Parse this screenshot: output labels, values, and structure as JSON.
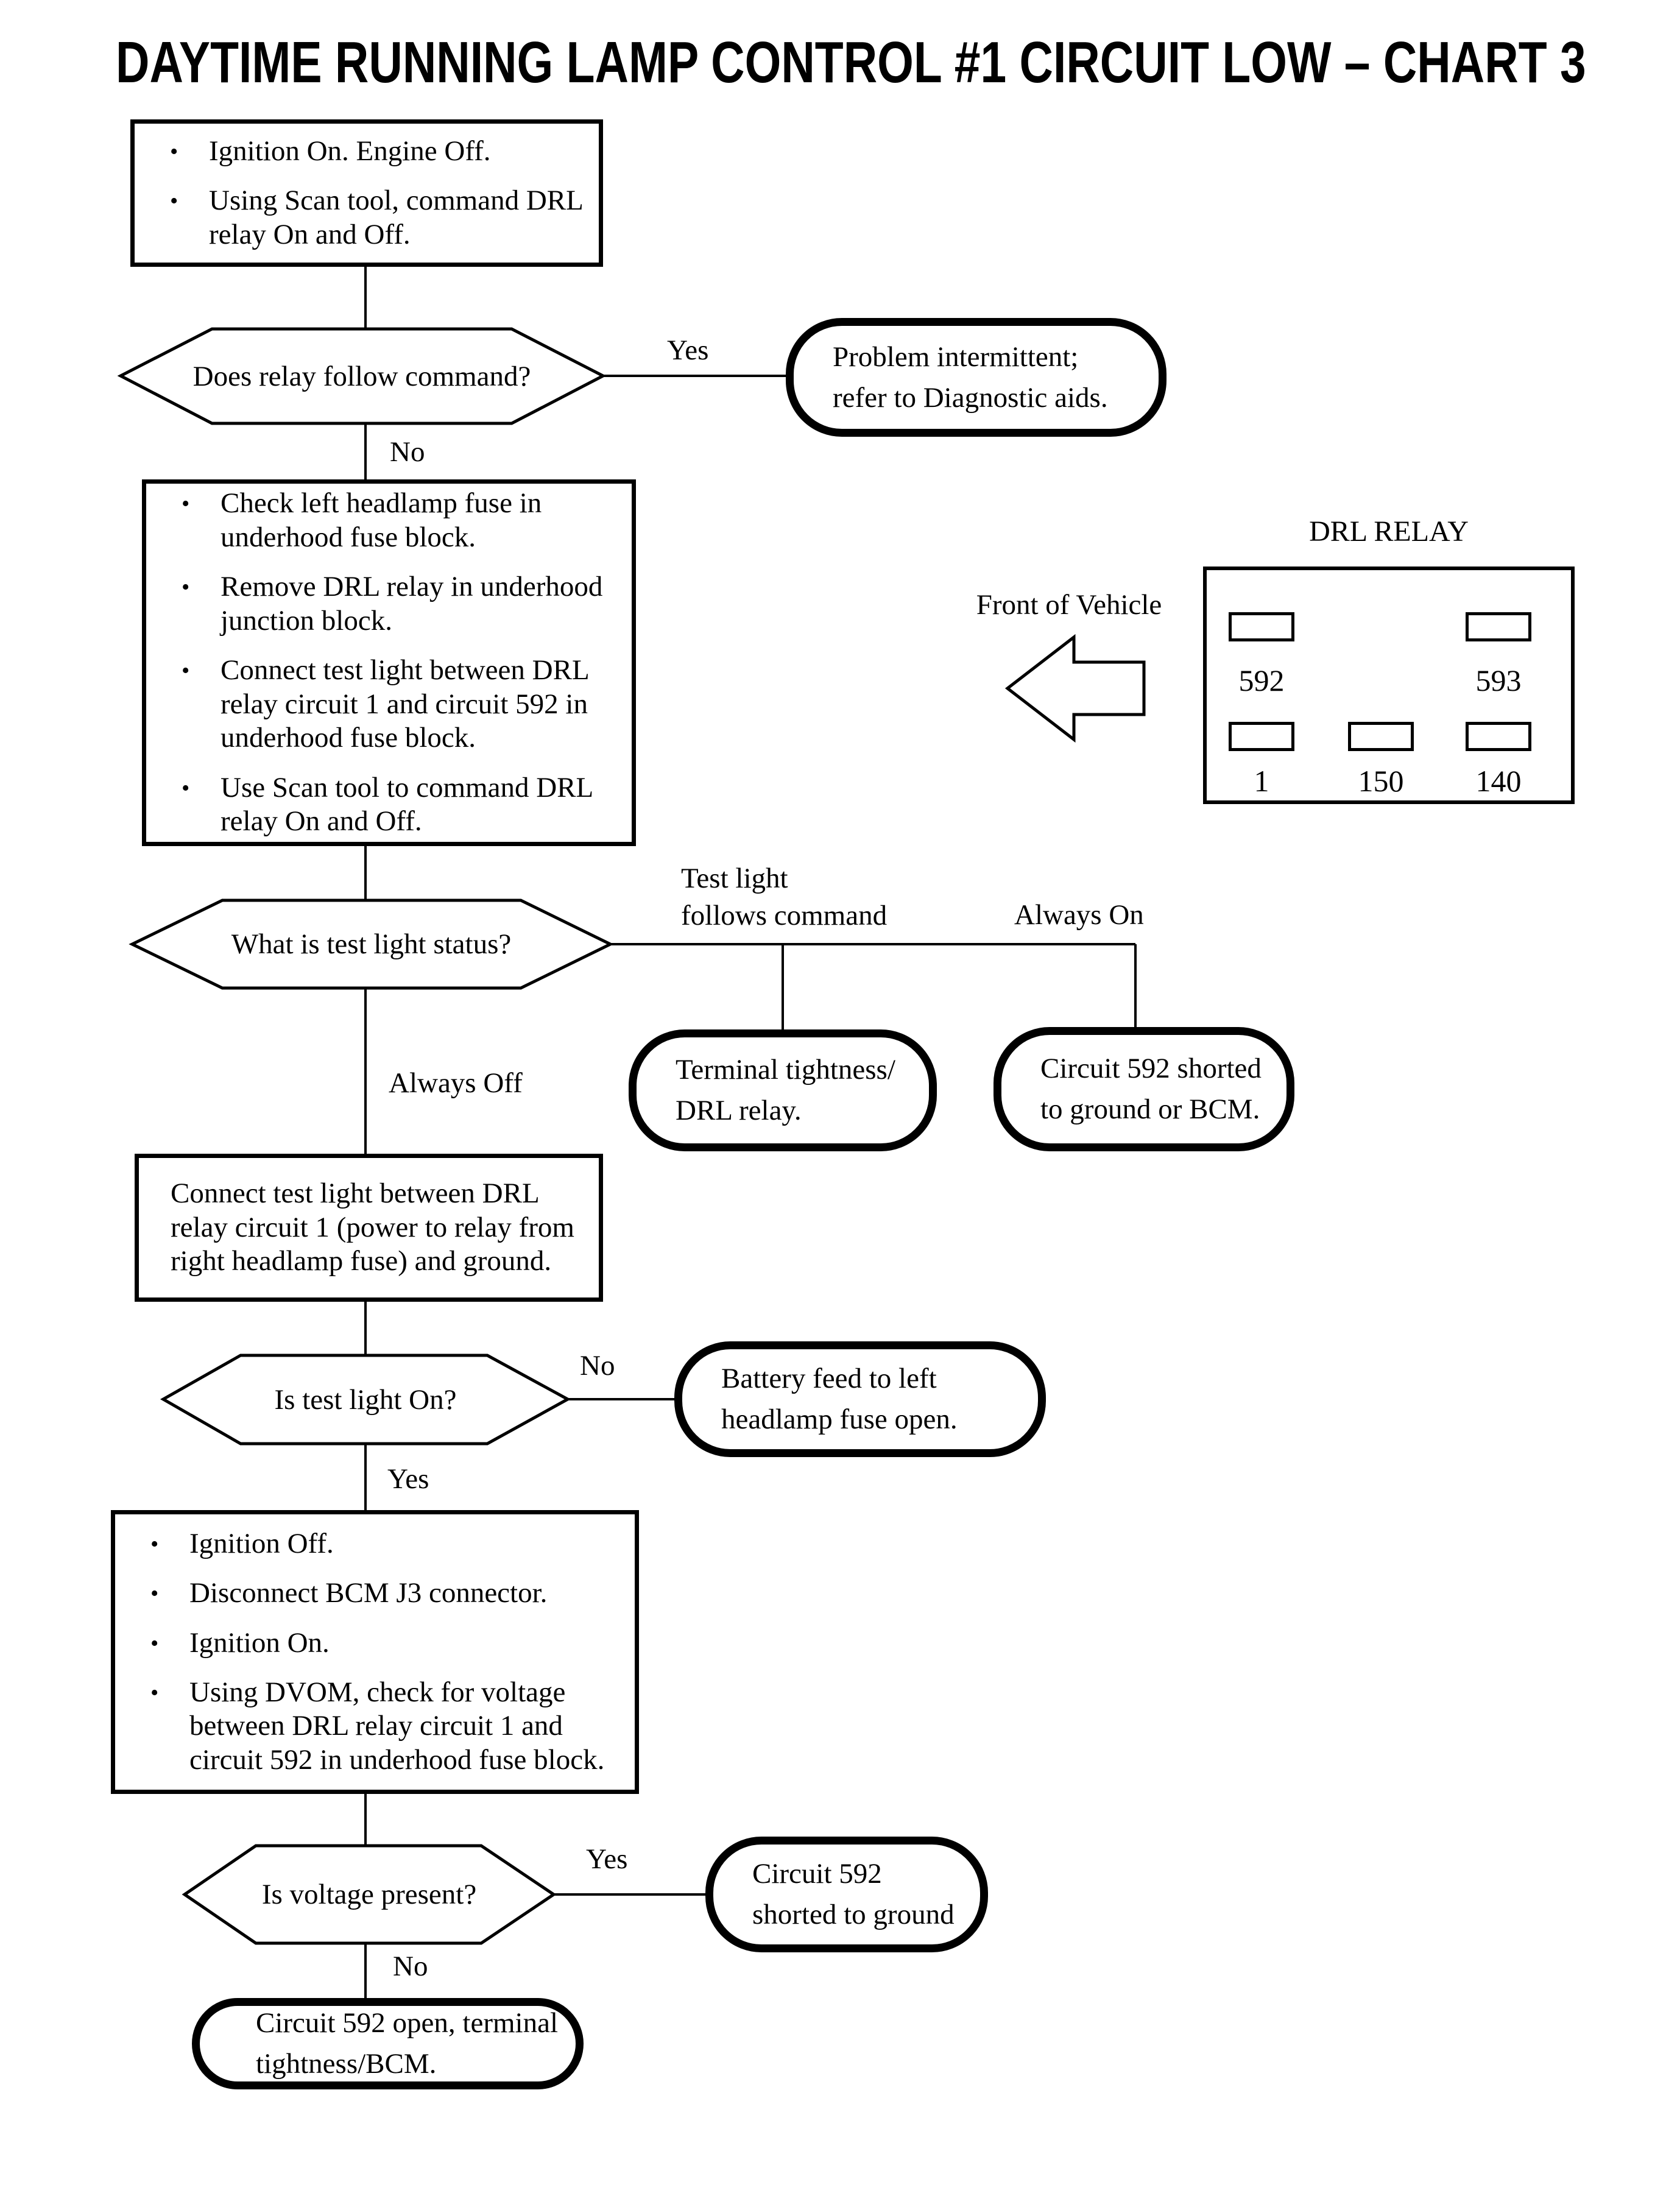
{
  "page": {
    "title": "DAYTIME RUNNING LAMP CONTROL #1 CIRCUIT LOW – CHART 3"
  },
  "ui": {
    "bullet_char": "•"
  },
  "flow": {
    "step1": {
      "bullets": [
        "Ignition On. Engine Off.",
        "Using Scan tool, command DRL\nrelay On and Off."
      ]
    },
    "decision1": {
      "question": "Does relay follow command?",
      "yes_label": "Yes",
      "no_label": "No"
    },
    "result_intermittent": {
      "text": "Problem intermittent;\nrefer to Diagnostic aids."
    },
    "step2": {
      "bullets": [
        "Check left headlamp fuse in\nunderhood fuse block.",
        "Remove DRL relay in underhood\njunction block.",
        "Connect test light between DRL\nrelay circuit 1 and circuit 592 in\nunderhood fuse block.",
        "Use Scan tool to command DRL\nrelay On and Off."
      ]
    },
    "decision2": {
      "question": "What is test light status?",
      "branch_follows_label": "Test light\nfollows command",
      "branch_always_on_label": "Always On",
      "branch_always_off_label": "Always Off"
    },
    "result_terminal": {
      "text": "Terminal tightness/\nDRL relay."
    },
    "result_shorted_bcm": {
      "text": "Circuit 592 shorted\nto ground or BCM."
    },
    "step3": {
      "text": "Connect test light between DRL\nrelay circuit 1 (power to relay from\nright headlamp fuse) and ground."
    },
    "decision3": {
      "question": "Is test light On?",
      "no_label": "No",
      "yes_label": "Yes"
    },
    "result_battery": {
      "text": "Battery feed to left\nheadlamp fuse open."
    },
    "step4": {
      "bullets": [
        "Ignition Off.",
        "Disconnect BCM J3 connector.",
        "Ignition On.",
        "Using DVOM, check for voltage\nbetween DRL relay circuit 1 and\ncircuit 592 in underhood fuse block."
      ]
    },
    "decision4": {
      "question": "Is voltage present?",
      "yes_label": "Yes",
      "no_label": "No"
    },
    "result_shorted": {
      "text": "Circuit 592\nshorted to ground"
    },
    "result_open": {
      "text": "Circuit 592 open, terminal\ntightness/BCM."
    }
  },
  "relay_diagram": {
    "title": "DRL RELAY",
    "front_of_vehicle_label": "Front of Vehicle",
    "top_pin_labels": [
      "592",
      "593"
    ],
    "bottom_pin_labels": [
      "1",
      "150",
      "140"
    ]
  },
  "colors": {
    "ink": "#000000",
    "paper": "#ffffff"
  }
}
